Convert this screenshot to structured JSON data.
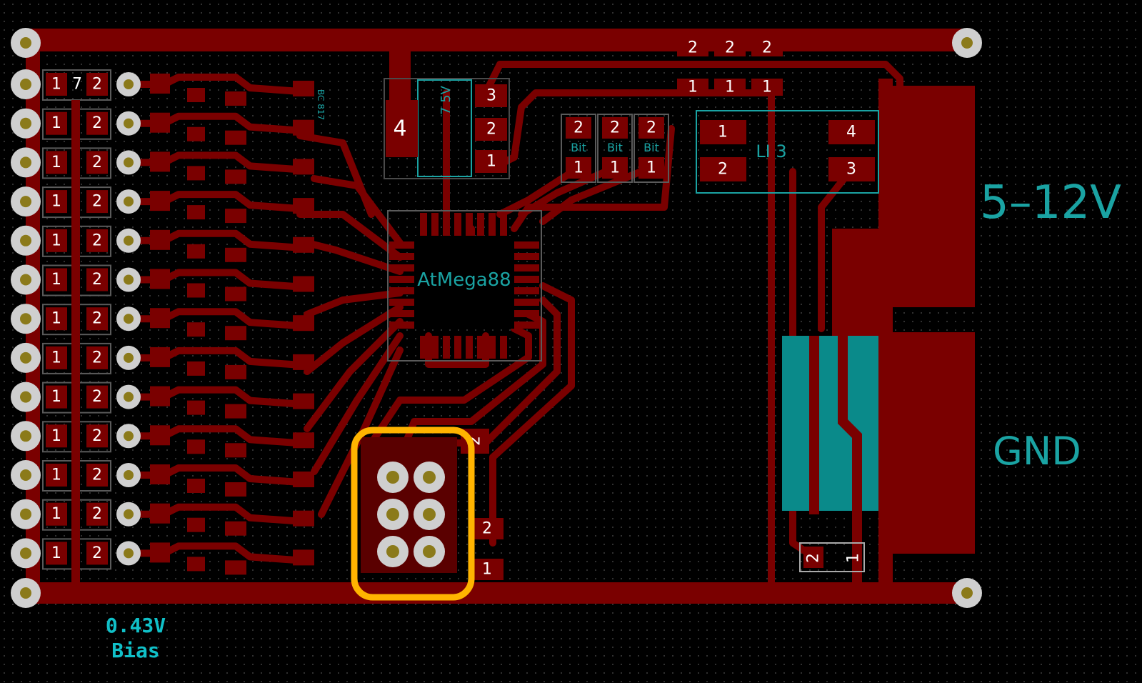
{
  "labels": {
    "voltage_in": "5–12V",
    "ground": "GND",
    "bias_value": "0.43V",
    "bias_caption": "Bias",
    "mcu": "AtMega88",
    "ic_top": "7 5V",
    "led_label": "Bit",
    "side_part": "LI 3",
    "transistor": "BC 817",
    "connector_pin7": "7"
  },
  "pads": {
    "one": "1",
    "two": "2",
    "three": "3",
    "four": "4"
  },
  "highlight": {
    "color": "#ffb400",
    "target": "programming-header"
  },
  "colors": {
    "copper": "#7a0000",
    "silkscreen": "#1aa3a3",
    "pad_hole": "#8b7a1a",
    "board_bg": "#000000"
  },
  "connector": {
    "rows": 13
  }
}
